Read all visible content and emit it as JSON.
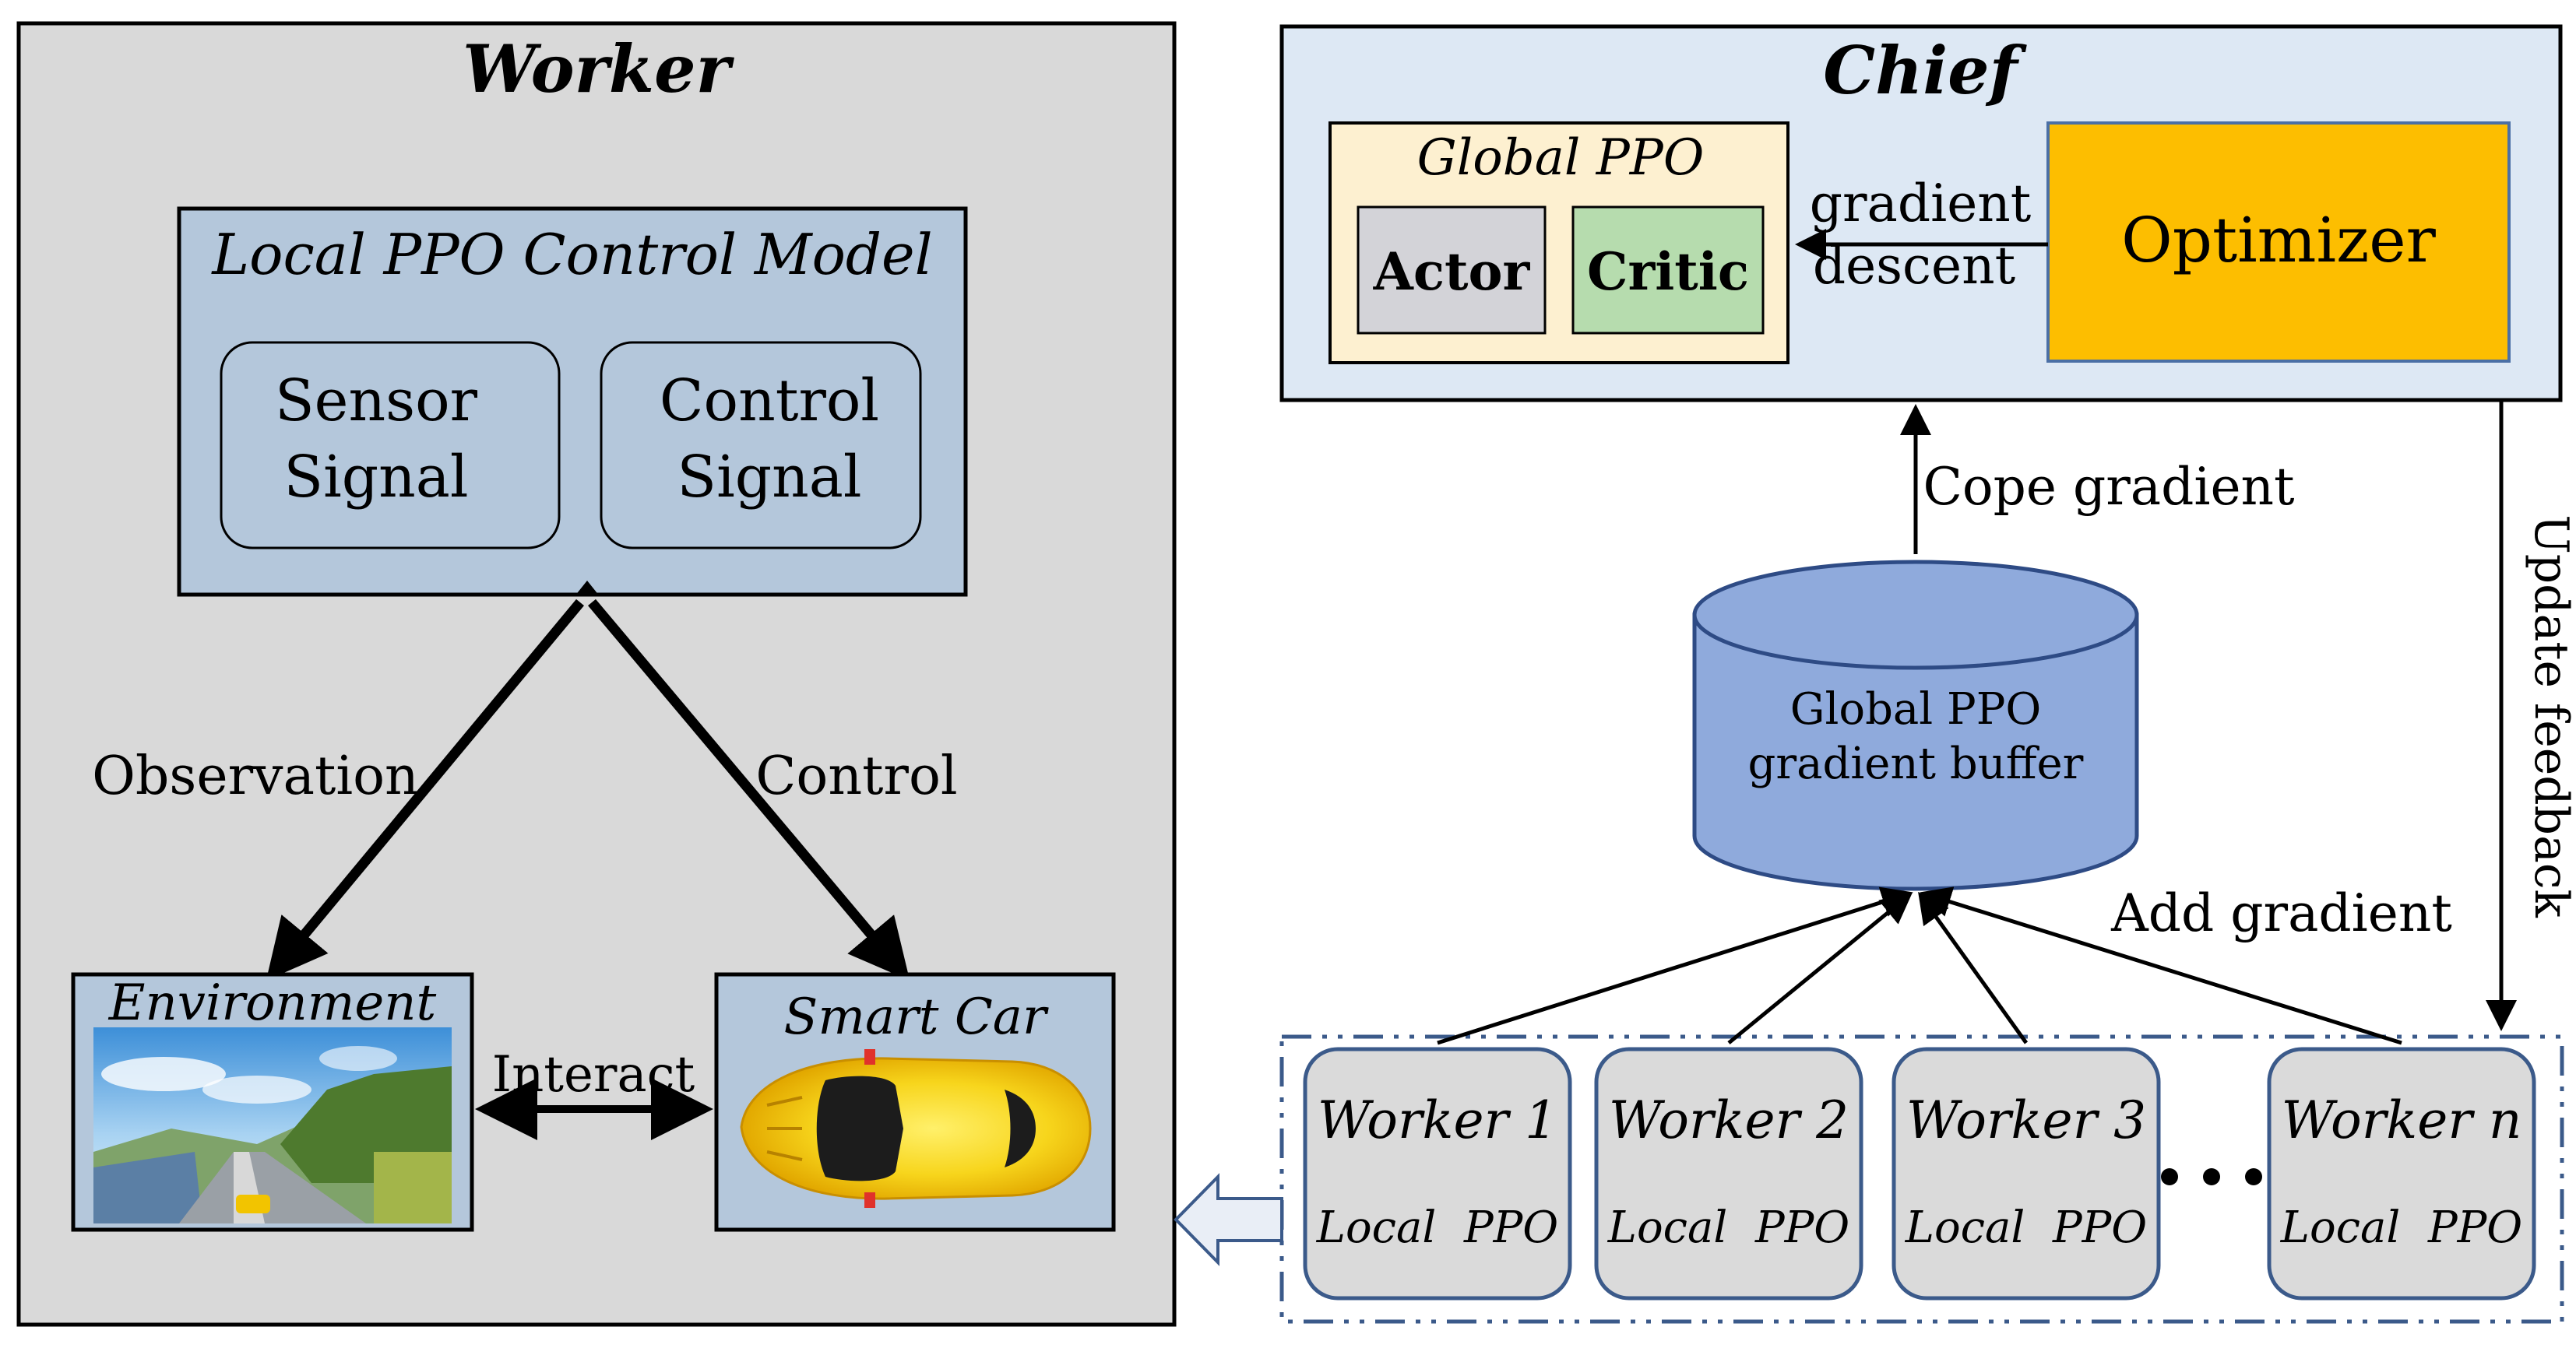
{
  "worker_panel": {
    "title": "Worker",
    "local_model": {
      "title": "Local PPO Control Model",
      "sensor": [
        "Sensor",
        "Signal"
      ],
      "control": [
        "Control",
        "Signal"
      ]
    },
    "observation_label": "Observation",
    "control_label": "Control",
    "interact_label": "Interact",
    "environment_label": "Environment",
    "smart_car_label": "Smart Car"
  },
  "chief_panel": {
    "title": "Chief",
    "global_ppo_label": "Global PPO",
    "actor_label": "Actor",
    "critic_label": "Critic",
    "gradient_descent": [
      "gradient",
      "descent"
    ],
    "optimizer_label": "Optimizer"
  },
  "cope_gradient_label": "Cope gradient",
  "buffer_label": [
    "Global PPO",
    "gradient buffer"
  ],
  "add_gradient_label": "Add gradient",
  "update_feedback_label": "Update feedback",
  "workers": [
    {
      "name": "Worker 1",
      "sub": "Local  PPO"
    },
    {
      "name": "Worker 2",
      "sub": "Local  PPO"
    },
    {
      "name": "Worker 3",
      "sub": "Local  PPO"
    },
    {
      "name": "Worker n",
      "sub": "Local  PPO"
    }
  ],
  "colors": {
    "worker_panel_bg": "#d9d9d9",
    "model_bg": "#b4c7db",
    "chief_bg": "#dde8f4",
    "global_ppo_bg": "#fdf0d0",
    "actor_bg": "#d3d3d8",
    "critic_bg": "#b6dcae",
    "optimizer_bg": "#fdbe00",
    "buffer_fill": "#8faadc",
    "buffer_stroke": "#2e4b85",
    "worker_box_bg": "#dadada",
    "worker_box_stroke": "#3b5a8a",
    "dash_stroke": "#3b5a8a"
  }
}
